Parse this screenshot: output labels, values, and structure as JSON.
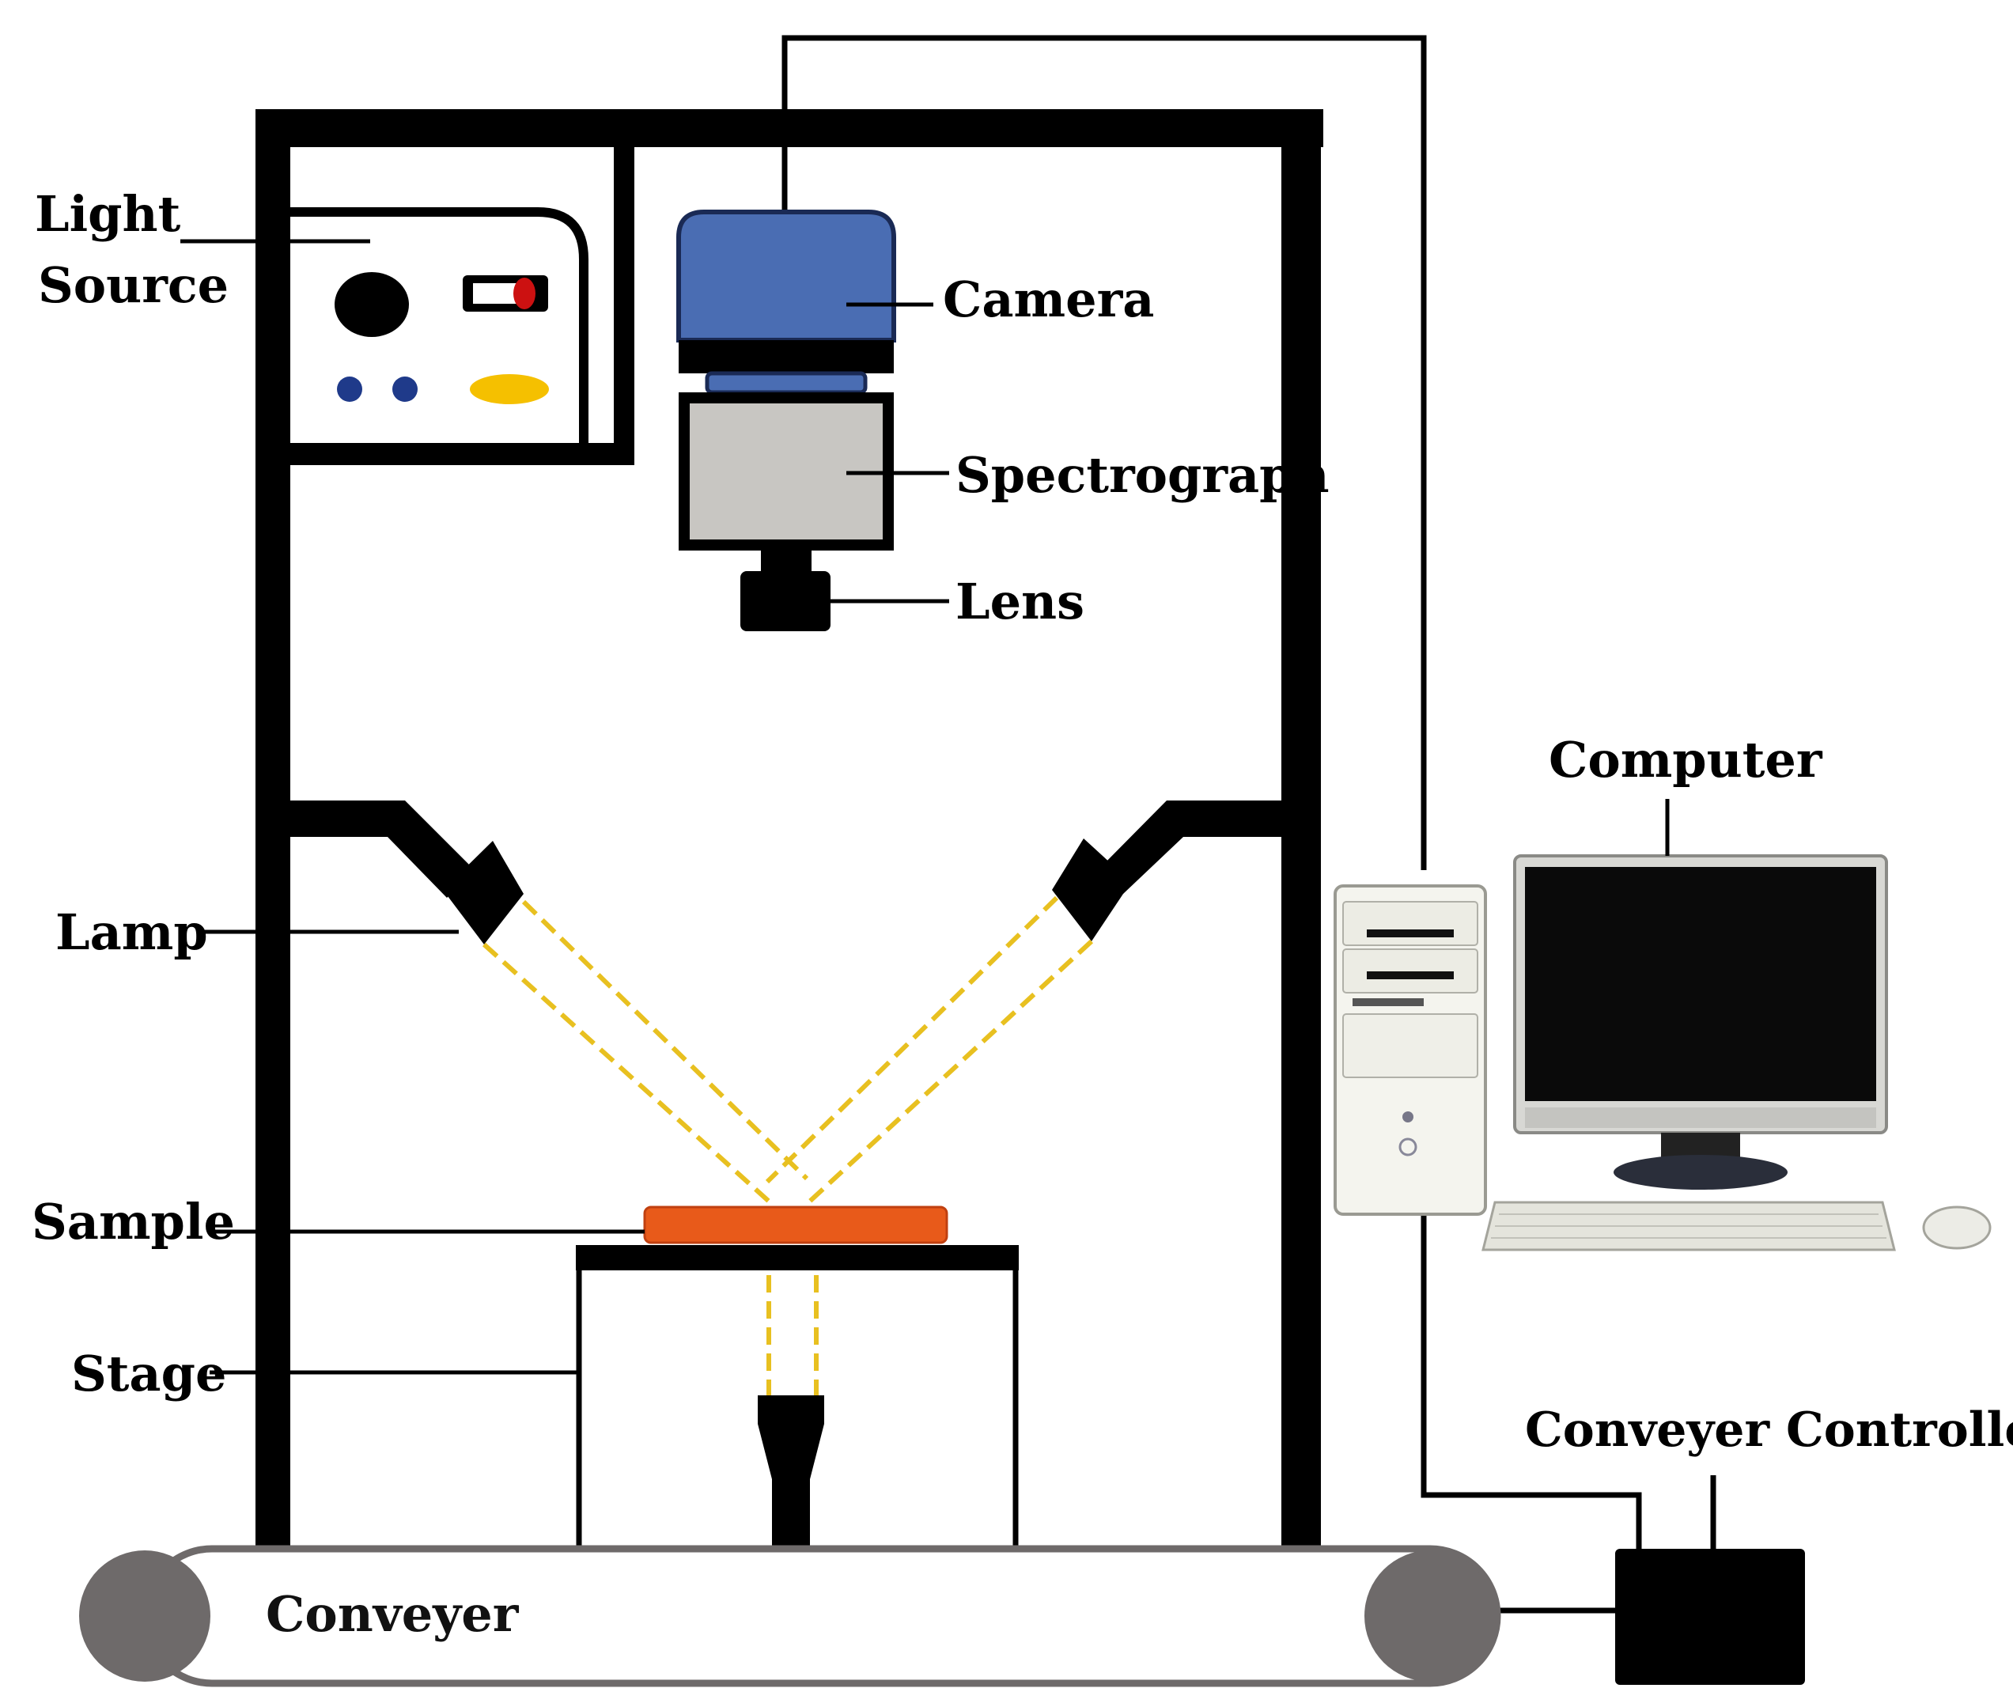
{
  "labels": {
    "light_source_line1": "Light",
    "light_source_line2": "Source",
    "camera": "Camera",
    "spectrograph": "Spectrograph",
    "lens": "Lens",
    "lamp": "Lamp",
    "sample": "Sample",
    "stage": "Stage",
    "conveyer": "Conveyer",
    "computer": "Computer",
    "conveyer_controller": "Conveyer Controller"
  },
  "colors": {
    "frame": "#000000",
    "camera_body": "#4a6db3",
    "spectrograph_body": "#c8c6c2",
    "light_beam": "#e8c020",
    "sample": "#e85a1a",
    "conveyer_roller": "#6e6a6a",
    "light_source_knob": "#f5c000",
    "light_source_indicator": "#cc1111",
    "light_source_dots": "#1f3a8a"
  }
}
